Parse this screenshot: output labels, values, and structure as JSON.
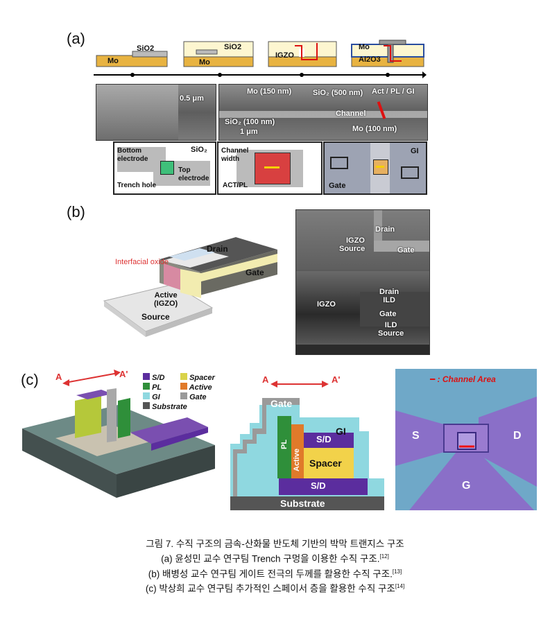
{
  "panels": {
    "a": "(a)",
    "b": "(b)",
    "c": "(c)"
  },
  "a": {
    "steps": [
      {
        "labels": [
          "Mo",
          "SiO2"
        ]
      },
      {
        "labels": [
          "SiO2",
          "Mo"
        ]
      },
      {
        "labels": [
          "IGZO"
        ]
      },
      {
        "labels": [
          "Mo",
          "Al2O3"
        ]
      }
    ],
    "sem": {
      "scale_left": "0.5 μm",
      "mo150": "Mo (150 nm)",
      "sio500": "SiO₂ (500 nm)",
      "act": "Act / PL / GI",
      "channel": "Channel",
      "sio100": "SiO₂ (100 nm)",
      "mo100": "Mo (100 nm)",
      "scale_right": "1 μm"
    },
    "layout": {
      "bottom_electrode": "Bottom electrode",
      "sio2": "SiO₂",
      "top_electrode": "Top electrode",
      "trench_hole": "Trench hole",
      "channel_width": "Channel width",
      "act_pl": "ACT/PL",
      "gi": "GI",
      "gate": "Gate"
    }
  },
  "b": {
    "drain": "Drain",
    "interfacial": "Interfacial oxide",
    "gate": "Gate",
    "active": "Active",
    "igzo_paren": "(IGZO)",
    "source": "Source",
    "sem_drain": "Drain",
    "sem_igzo": "IGZO",
    "sem_source": "Source",
    "sem_gate": "Gate",
    "sem2_drain": "Drain",
    "sem2_ild": "ILD",
    "sem2_igzo": "IGZO",
    "sem2_gate": "Gate",
    "sem2_ild2": "ILD",
    "sem2_source": "Source"
  },
  "c": {
    "axis": "A ←—→ A'",
    "a": "A",
    "aprime": "A'",
    "legend": [
      {
        "name": "S/D",
        "color": "#5b2d9e"
      },
      {
        "name": "Spacer",
        "color": "#d9d34a"
      },
      {
        "name": "PL",
        "color": "#2f8f3a"
      },
      {
        "name": "Active",
        "color": "#e07a2a"
      },
      {
        "name": "GI",
        "color": "#8fd8e0"
      },
      {
        "name": "Gate",
        "color": "#9a9a9a"
      },
      {
        "name": "Substrate",
        "color": "#555555"
      }
    ],
    "cross": {
      "gate": "Gate",
      "gi": "GI",
      "pl": "PL",
      "active": "Active",
      "sd_top": "S/D",
      "spacer": "Spacer",
      "sd_bottom": "S/D",
      "substrate": "Substrate"
    },
    "photo": {
      "legend": "━ : Channel Area",
      "s": "S",
      "d": "D",
      "g": "G"
    }
  },
  "caption": {
    "title": "그림 7. 수직 구조의 금속-산화물 반도체 기반의 박막 트랜지스 구조",
    "line_a": "(a) 윤성민 교수 연구팀 Trench 구멍을 이용한 수직 구조.",
    "ref_a": "[12]",
    "line_b": "(b) 배병성 교수 연구팀 게이트 전극의 두께를 활용한 수직 구조.",
    "ref_b": "[13]",
    "line_c": "(c) 박상희 교수 연구팀 추가적인 스페이서 층을 활용한 수직 구조",
    "ref_c": "[14]"
  }
}
